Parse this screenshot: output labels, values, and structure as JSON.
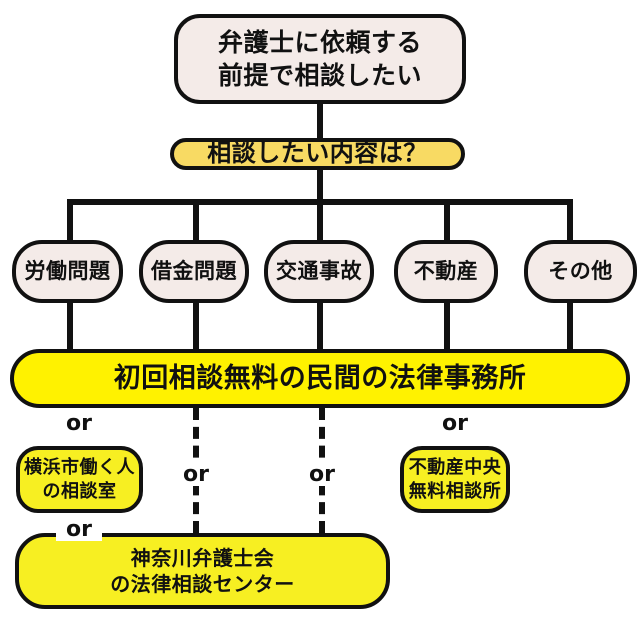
{
  "diagram": {
    "title": "弁護士相談フローチャート",
    "colors": {
      "stroke": "#111111",
      "root_fill": "#f4ebe8",
      "question_fill": "#f8da63",
      "category_fill": "#f4ebe8",
      "primary_fill": "#fff200",
      "alternative_fill": "#f7ef22",
      "background": "#ffffff"
    },
    "root": {
      "lines": [
        "弁護士に依頼する",
        "前提で相談したい"
      ]
    },
    "question": {
      "label": "相談したい内容は？"
    },
    "categories": [
      {
        "label": "労働問題"
      },
      {
        "label": "借金問題"
      },
      {
        "label": "交通事故"
      },
      {
        "label": "不動産"
      },
      {
        "label": "その他"
      }
    ],
    "primary": {
      "label": "初回相談無料の民間の法律事務所"
    },
    "alternatives": [
      {
        "id": "yokohama",
        "lines": [
          "横浜市働く人",
          "の相談室"
        ]
      },
      {
        "id": "fudosan",
        "lines": [
          "不動産中央",
          "無料相談所"
        ]
      },
      {
        "id": "kanagawa",
        "lines": [
          "神奈川弁護士会",
          "の法律相談センター"
        ]
      }
    ],
    "or_labels": [
      {
        "id": "or-left-top",
        "text": "or"
      },
      {
        "id": "or-left-bottom",
        "text": "or"
      },
      {
        "id": "or-mid-left",
        "text": "or"
      },
      {
        "id": "or-mid-right",
        "text": "or"
      },
      {
        "id": "or-right-top",
        "text": "or"
      }
    ]
  }
}
